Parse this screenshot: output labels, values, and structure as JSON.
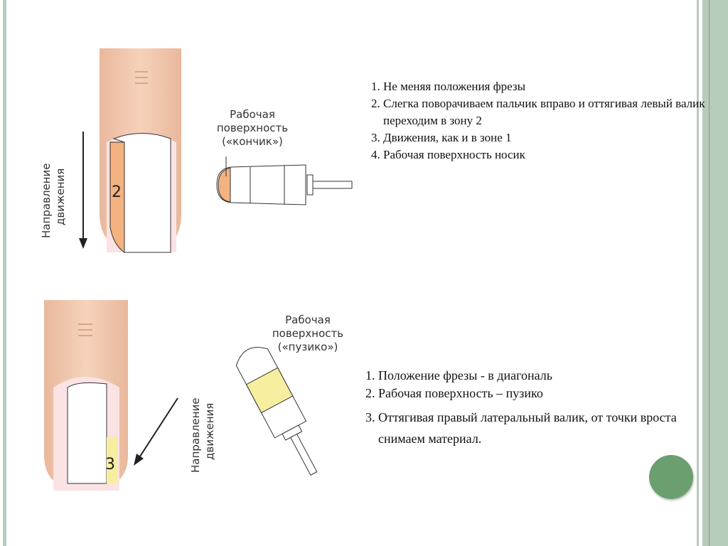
{
  "top": {
    "direction_label": [
      "Направление",
      "движения"
    ],
    "zone_number": "2",
    "bit_label": [
      "Рабочая",
      "поверхность",
      "«кончик»)"
    ],
    "steps": [
      "Не меняя положения фрезы",
      "Слегка поворачиваем пальчик вправо и оттягивая левый валик  переходим в зону 2",
      "Движения, как и в зоне 1",
      "Рабочая поверхность носик"
    ]
  },
  "bottom": {
    "direction_label": [
      "Направление",
      "движения"
    ],
    "zone_number": "3",
    "bit_label": [
      "Рабочая",
      "поверхность",
      "«пузико»)"
    ],
    "steps": [
      "Положение фрезы - в диагональ",
      "Рабочая поверхность – пузико",
      "Оттягивая правый латеральный валик, от точки вроста снимаем  материал."
    ]
  },
  "colors": {
    "skin": "#f4c9ae",
    "zone2": "#f3b27f",
    "zone3": "#f7eea0",
    "accent": "#6b9f6f"
  }
}
